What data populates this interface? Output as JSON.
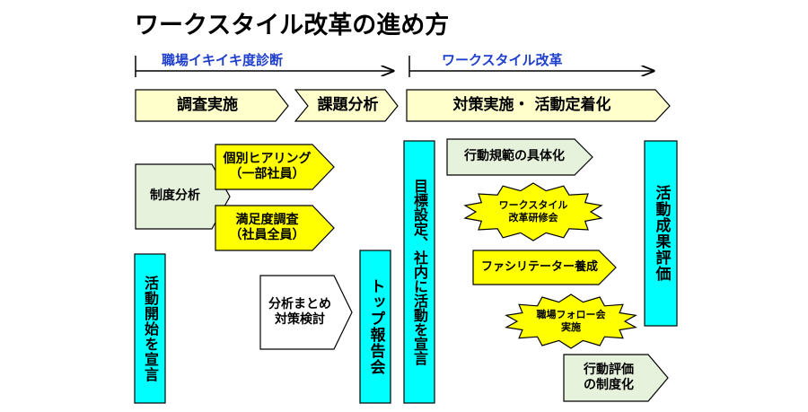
{
  "title": "ワークスタイル改革の進め方",
  "phases": {
    "diagnosis": "職場イキイキ度診断",
    "reform": "ワークスタイル改革"
  },
  "steps": {
    "survey": "調査実施",
    "issue_analysis": "課題分析",
    "measures": "対策実施・ 活動定着化"
  },
  "boxes": {
    "system_analysis": "制度分析",
    "hearing_line1": "個別ヒアリング",
    "hearing_line2": "（一部社員）",
    "satisfaction_line1": "満足度調査",
    "satisfaction_line2": "（社員全員）",
    "activity_start": "活動開始を宣言",
    "analysis_summary_line1": "分析まとめ",
    "analysis_summary_line2": "対策検討",
    "top_report": "トップ報告会",
    "goal_setting": "目標設定、社内に活動を宣言",
    "action_norms": "行動規範の具体化",
    "workstyle_training_line1": "ワークスタイル",
    "workstyle_training_line2": "改革研修会",
    "facilitator": "ファシリテーター養成",
    "follow_meeting_line1": "職場フォロー会",
    "follow_meeting_line2": "実施",
    "evaluation_system_line1": "行動評価",
    "evaluation_system_line2": "の制度化",
    "activity_evaluation": "活動成果評価"
  },
  "colors": {
    "step_fill": "#ffffcc",
    "yellow_fill": "#ffff00",
    "green_fill": "#e6f2dc",
    "cyan_fill": "#00ffff",
    "white_fill": "#ffffff",
    "phase_text": "#1f3fcc"
  }
}
